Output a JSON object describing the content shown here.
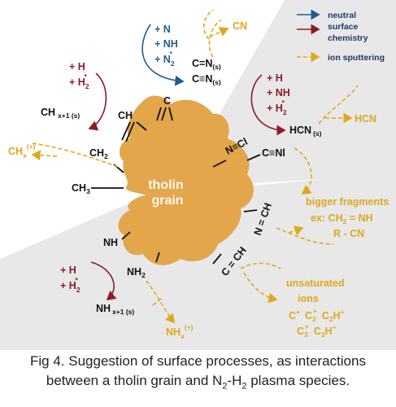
{
  "colors": {
    "neutral": "#1f5e8c",
    "surface": "#8c1c24",
    "sputter": "#e0a81c",
    "grain": "#e3a64a",
    "background_panel": "#e6e6e6"
  },
  "legend": {
    "items": [
      {
        "label_line1": "neutral",
        "label_line2": "surface",
        "label_line3": "chemistry",
        "color": "#1f5e8c"
      },
      {
        "color": "#8c1c24"
      },
      {
        "label": "ion sputtering",
        "color": "#e0a81c"
      }
    ]
  },
  "grain": {
    "line1": "tholin",
    "line2": "grain"
  },
  "top_neutral": {
    "l1": "+ N",
    "l2": "+ NH",
    "l3": "+ N",
    "l3_sub": "2",
    "l3_sup": "*"
  },
  "top_cn": "CN",
  "cn_products": {
    "p1": "C=N",
    "p1_sub": "(s)",
    "p2": "C≡N",
    "p2_sub": "(s)"
  },
  "left_h": {
    "l1": "+ H",
    "l2": "+ H",
    "l2_sub": "2",
    "l2_sup": "*"
  },
  "chx1": {
    "main": "CH",
    "sub": "x+1 (s)"
  },
  "chx_ion": {
    "main": "CH",
    "sub": "x",
    "sup": "(+)"
  },
  "right_h": {
    "l1": "+ H",
    "l2": "+ NH",
    "l3": "+ H",
    "l3_sub": "2",
    "l3_sup": "*"
  },
  "hcn_s": {
    "main": "HCN",
    "sub": "(s)"
  },
  "hcn_gas": "HCN",
  "bigger": {
    "l1": "bigger fragments",
    "l2": "ex: CH",
    "l2_sub": "2",
    "l2_rest": " = NH",
    "l3": "R - CN"
  },
  "unsat": {
    "l1": "unsaturated",
    "l2": "ions",
    "ions_row1": [
      "C",
      "C",
      "C",
      "H"
    ],
    "ions_row2": [
      "C",
      "C",
      "H"
    ]
  },
  "bottom_h": {
    "l1": "+ H",
    "l2": "+ H",
    "l2_sub": "2",
    "l2_sup": "*"
  },
  "nhx1": {
    "main": "NH",
    "sub": "x+1 (s)"
  },
  "nhx_ion": {
    "main": "NH",
    "sub": "x",
    "sup": "(+)"
  },
  "groups": {
    "ch": "CH",
    "c": "C",
    "ch2": "CH",
    "ch2_sub": "2",
    "ch3": "CH",
    "ch3_sub": "3",
    "nh": "NH",
    "nh2": "NH",
    "nh2_sub": "2",
    "ncl": "N≡Cl",
    "cnl": "C≡Nl",
    "n_ch": "N = CH",
    "c_ch": "C = CH"
  },
  "caption": {
    "line1": "Fig 4. Suggestion of surface processes, as interactions",
    "line2_a": "between a tholin grain and N",
    "line2_sub1": "2",
    "line2_b": "-H",
    "line2_sub2": "2",
    "line2_c": "  plasma species."
  }
}
